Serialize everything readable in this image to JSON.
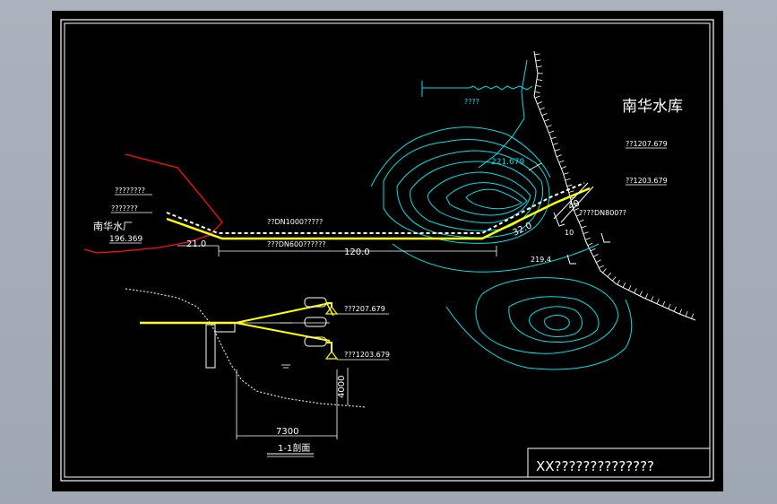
{
  "drawing": {
    "reservoir_name": "南华水库",
    "reservoir_level_high": "??1207.679",
    "reservoir_level_low": "??1203.679",
    "contour_peak_label": "221.679",
    "contour_low_label": "219.4",
    "top_left_note": "????????",
    "small_note": "????",
    "pipe_label_a": "???????",
    "pipe_label_b": "????????",
    "plant_name": "南华水厂",
    "plant_elevation": "196.369",
    "pipe_upper_label": "??DN1000?????",
    "pipe_lower_label": "???DN600??????",
    "intake_label": "????DN800??",
    "dim_21": "21.0",
    "dim_120": "120.0",
    "dim_32": "32.0",
    "dim_40": "40",
    "dim_10": "10",
    "section_level_high": "???207.679",
    "section_level_low": "???1203.679",
    "dim_4000": "4000",
    "dim_7300": "7300",
    "section_title": "1-1剖面",
    "title_block_text": "XX??????????????"
  },
  "colors": {
    "cyan": "#00e0e8",
    "yellow": "#ffff00",
    "red": "#ff1010",
    "white": "#ffffff"
  }
}
